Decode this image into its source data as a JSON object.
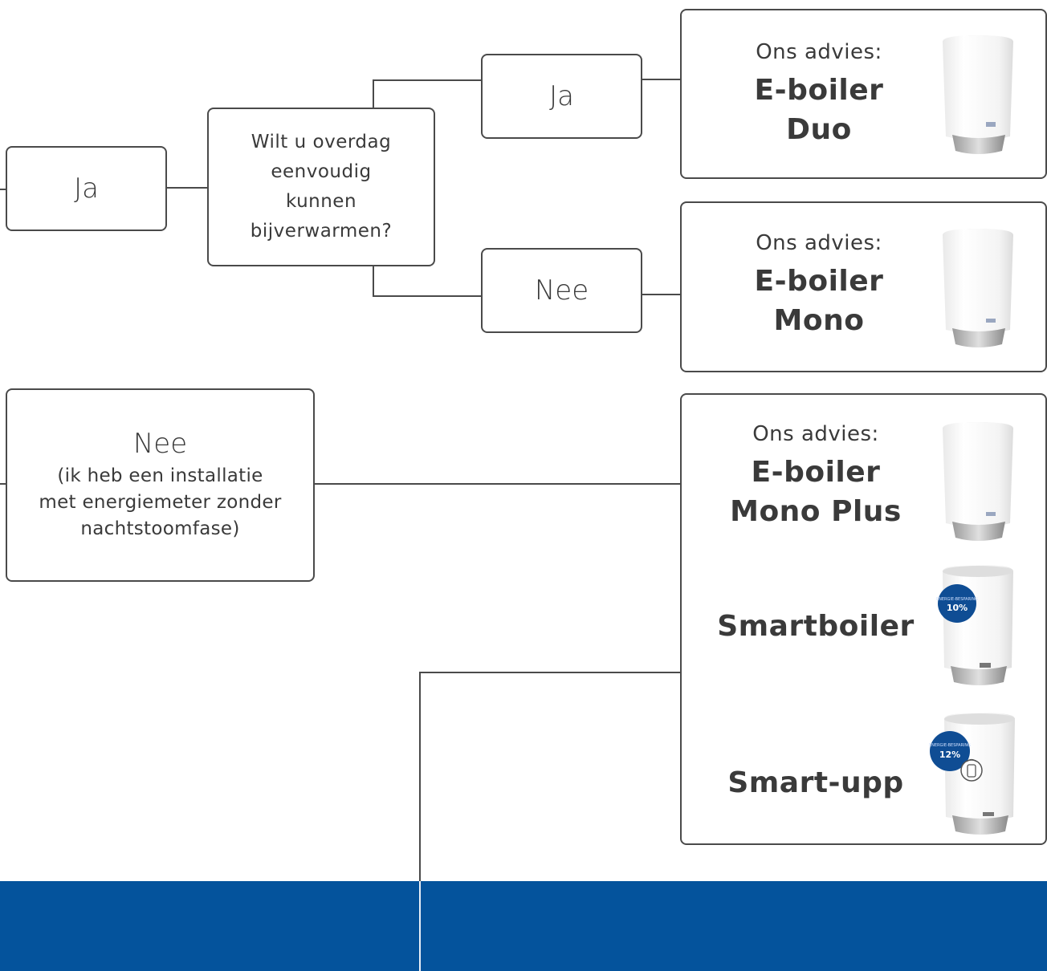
{
  "left_answers": {
    "ja": "Ja",
    "nee_title": "Nee",
    "nee_desc": [
      "(ik heb een installatie",
      "met energiemeter zonder",
      "nachtstoomfase)"
    ]
  },
  "question": [
    "Wilt u overdag",
    "eenvoudig",
    "kunnen",
    "bijverwarmen?"
  ],
  "branch_answers": {
    "ja": "Ja",
    "nee": "Nee"
  },
  "results": {
    "duo": {
      "advies": "Ons advies:",
      "line1": "E-boiler",
      "line2": "Duo"
    },
    "mono": {
      "advies": "Ons advies:",
      "line1": "E-boiler",
      "line2": "Mono"
    },
    "mono_plus": {
      "advies": "Ons advies:",
      "line1": "E-boiler",
      "line2": "Mono Plus"
    },
    "smartboiler": {
      "name": "Smartboiler",
      "badge_small": "ENERGIE-BESPARING",
      "badge_pct": "10%"
    },
    "smartupp": {
      "name": "Smart-upp",
      "badge_small": "ENERGIE-BESPARING",
      "badge_pct": "12%"
    }
  },
  "colors": {
    "footer": "#04539c",
    "border": "#4a4a4a",
    "badge": "#0f4d94"
  }
}
